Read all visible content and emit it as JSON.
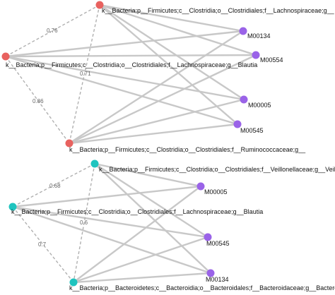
{
  "colors": {
    "edge": "#c8c8c8",
    "dashed_edge": "#b0b0b0",
    "bacteria_top": "#e8625f",
    "bacteria_bottom": "#1fc4bf",
    "module": "#9a63e8"
  },
  "panels": [
    {
      "bacteria": [
        {
          "id": "t_b1",
          "label": "k__Bacteria;p__Firmicutes;c__Clostridia;o__Clostridiales;f__Lachnospiraceae;g__"
        },
        {
          "id": "t_b2",
          "label": "k__Bacteria;p__Firmicutes;c__Clostridia;o__Clostridiales;f__Lachnospiraceae;g__Blautia"
        },
        {
          "id": "t_b3",
          "label": "k__Bacteria;p__Firmicutes;c__Clostridia;o__Clostridiales;f__Ruminococcaceae;g__"
        }
      ],
      "modules": [
        {
          "id": "t_m1",
          "label": "M00134"
        },
        {
          "id": "t_m2",
          "label": "M00554"
        },
        {
          "id": "t_m3",
          "label": "M00005"
        },
        {
          "id": "t_m4",
          "label": "M00545"
        }
      ],
      "correlations": [
        {
          "from": "t_b1",
          "to": "t_b2",
          "label": "0.76"
        },
        {
          "from": "t_b1",
          "to": "t_b3",
          "label": "0.71"
        },
        {
          "from": "t_b2",
          "to": "t_b3",
          "label": "0.86"
        }
      ]
    },
    {
      "bacteria": [
        {
          "id": "b_b1",
          "label": "k__Bacteria;p__Firmicutes;c__Clostridia;o__Clostridiales;f__Veillonellaceae;g__Veillonella"
        },
        {
          "id": "b_b2",
          "label": "k__Bacteria;p__Firmicutes;c__Clostridia;o__Clostridiales;f__Lachnospiraceae;g__Blautia"
        },
        {
          "id": "b_b3",
          "label": "k__Bacteria;p__Bacteroidetes;c__Bacteroidia;o__Bacteroidales;f__Bacteroidaceae;g__Bacteroides"
        }
      ],
      "modules": [
        {
          "id": "b_m1",
          "label": "M00005"
        },
        {
          "id": "b_m2",
          "label": "M00545"
        },
        {
          "id": "b_m3",
          "label": "M00134"
        }
      ],
      "correlations": [
        {
          "from": "b_b1",
          "to": "b_b2",
          "label": "0.68"
        },
        {
          "from": "b_b1",
          "to": "b_b3",
          "label": "0.6"
        },
        {
          "from": "b_b2",
          "to": "b_b3",
          "label": "0.7"
        }
      ]
    }
  ]
}
